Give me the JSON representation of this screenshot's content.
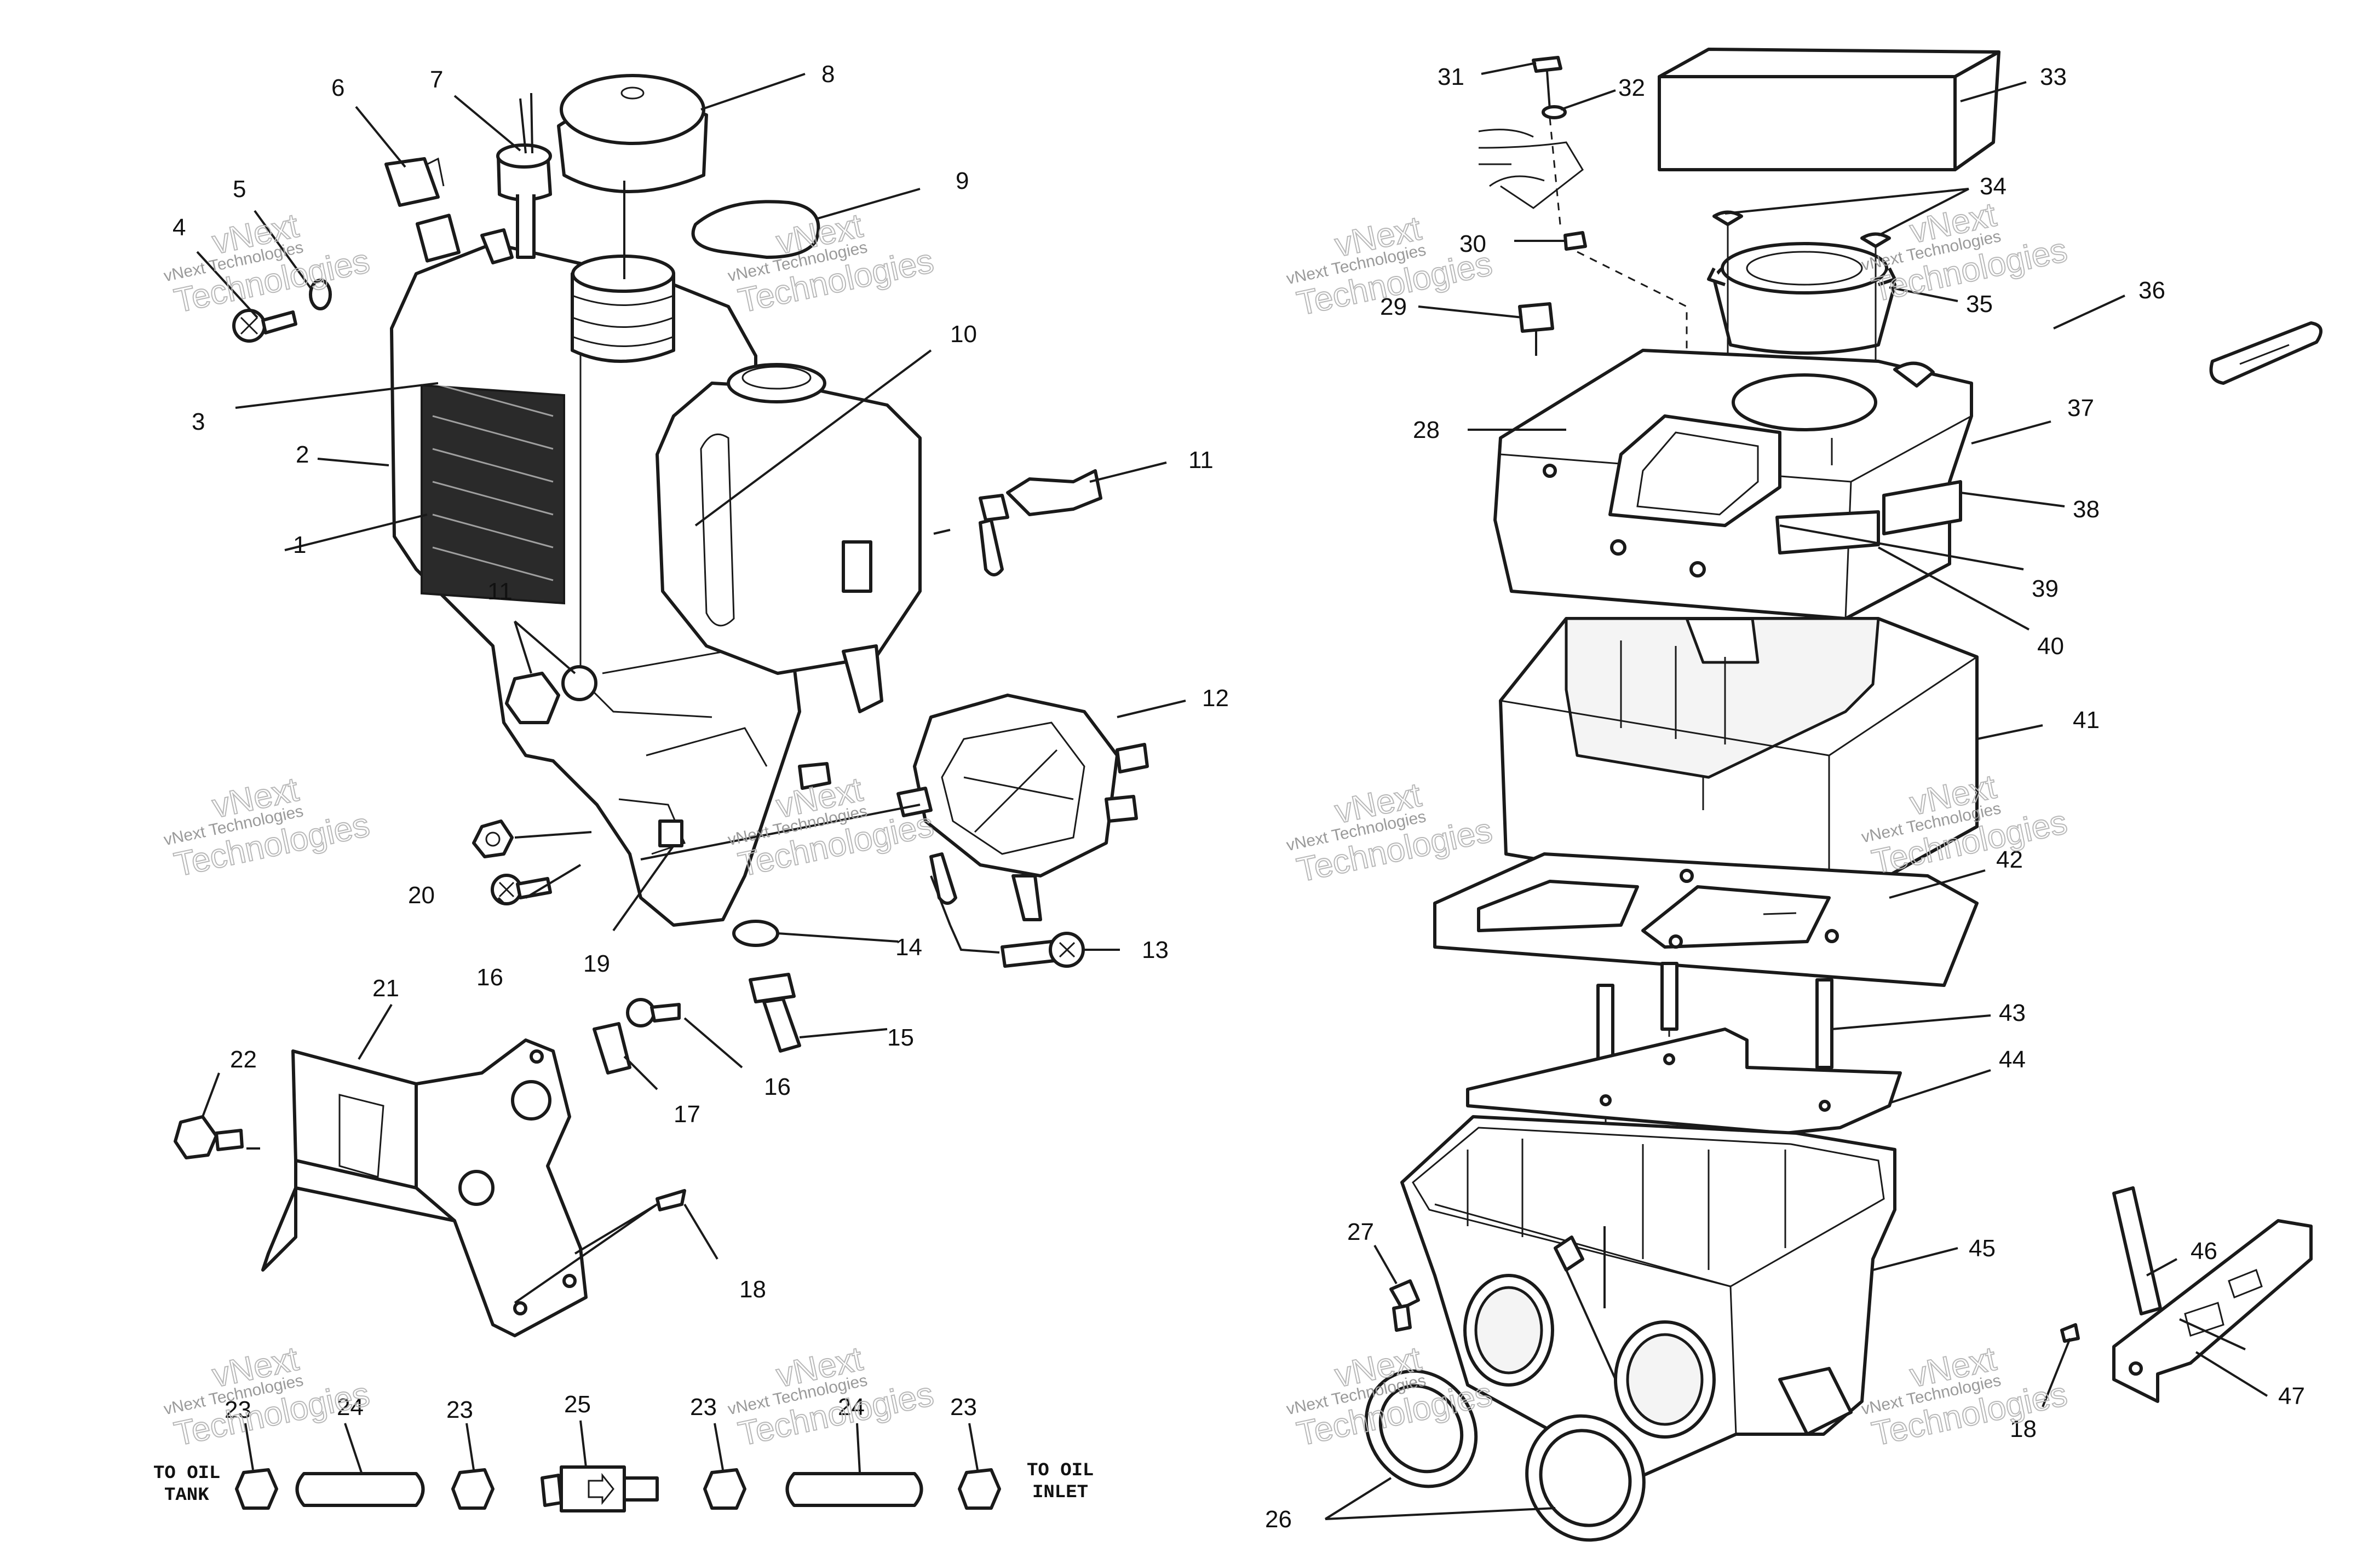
{
  "diagram": {
    "tags": {
      "oil_tank": [
        "TO OIL",
        "TANK"
      ],
      "oil_inlet": [
        "TO OIL",
        "INLET"
      ]
    },
    "watermark": {
      "line1": "vNext Technologies",
      "line2a": "vNext",
      "line2b": "Technologies"
    },
    "callouts": [
      "1",
      "2",
      "3",
      "4",
      "5",
      "6",
      "7",
      "8",
      "9",
      "10",
      "11",
      "11",
      "12",
      "13",
      "14",
      "15",
      "16",
      "16",
      "17",
      "18",
      "18",
      "19",
      "20",
      "21",
      "22",
      "23",
      "23",
      "23",
      "23",
      "24",
      "24",
      "25",
      "26",
      "27",
      "28",
      "29",
      "30",
      "31",
      "32",
      "33",
      "34",
      "35",
      "36",
      "37",
      "38",
      "39",
      "40",
      "41",
      "42",
      "43",
      "44",
      "45",
      "46",
      "47"
    ]
  }
}
